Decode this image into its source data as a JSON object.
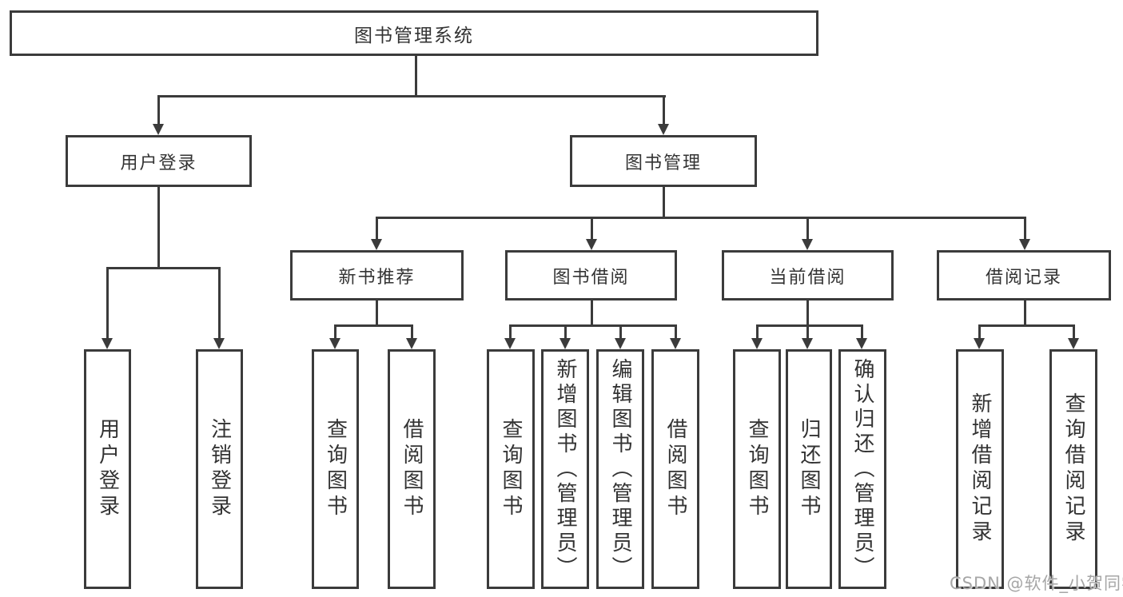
{
  "diagram_title": "图书管理系统",
  "tree": {
    "label": "图书管理系统",
    "children": [
      {
        "label": "用户登录",
        "children": [
          {
            "label": "用户登录"
          },
          {
            "label": "注销登录"
          }
        ]
      },
      {
        "label": "图书管理",
        "children": [
          {
            "label": "新书推荐",
            "children": [
              {
                "label": "查询图书"
              },
              {
                "label": "借阅图书"
              }
            ]
          },
          {
            "label": "图书借阅",
            "children": [
              {
                "label": "查询图书"
              },
              {
                "label": "新增图书（管理员）"
              },
              {
                "label": "编辑图书（管理员）"
              },
              {
                "label": "借阅图书"
              }
            ]
          },
          {
            "label": "当前借阅",
            "children": [
              {
                "label": "查询图书"
              },
              {
                "label": "归还图书"
              },
              {
                "label": "确认归还（管理员）"
              }
            ]
          },
          {
            "label": "借阅记录",
            "children": [
              {
                "label": "新增借阅记录"
              },
              {
                "label": "查询借阅记录"
              }
            ]
          }
        ]
      }
    ]
  },
  "watermark": "CSDN @软件_小贺同学",
  "colors": {
    "line": "#3b3b3b",
    "text": "#333333",
    "watermark": "#a6a6a6",
    "background": "#ffffff"
  }
}
